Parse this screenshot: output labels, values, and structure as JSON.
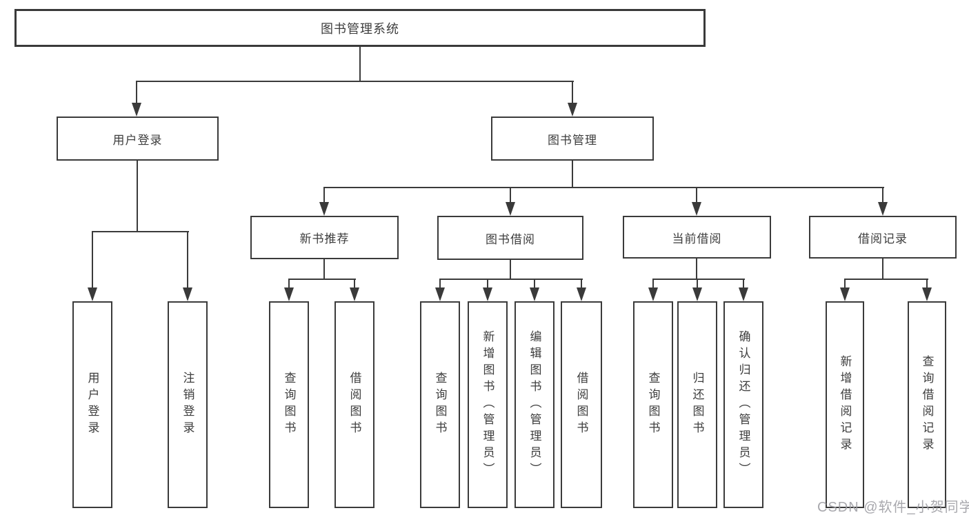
{
  "tree": {
    "label": "图书管理系统",
    "children": [
      {
        "label": "用户登录",
        "children": [
          {
            "label": "用户登录"
          },
          {
            "label": "注销登录"
          }
        ]
      },
      {
        "label": "图书管理",
        "children": [
          {
            "label": "新书推荐",
            "children": [
              {
                "label": "查询图书"
              },
              {
                "label": "借阅图书"
              }
            ]
          },
          {
            "label": "图书借阅",
            "children": [
              {
                "label": "查询图书"
              },
              {
                "label": "新增图书（管理员）"
              },
              {
                "label": "编辑图书（管理员）"
              },
              {
                "label": "借阅图书"
              }
            ]
          },
          {
            "label": "当前借阅",
            "children": [
              {
                "label": "查询图书"
              },
              {
                "label": "归还图书"
              },
              {
                "label": "确认归还（管理员）"
              }
            ]
          },
          {
            "label": "借阅记录",
            "children": [
              {
                "label": "新增借阅记录"
              },
              {
                "label": "查询借阅记录"
              }
            ]
          }
        ]
      }
    ]
  },
  "watermark": "CSDN @软件_小贺同学",
  "colors": {
    "line": "#3a3a3a",
    "box_border": "#3a3a3a",
    "text": "#3d3d3d",
    "watermark": "#9e9ea4",
    "background": "#ffffff"
  }
}
